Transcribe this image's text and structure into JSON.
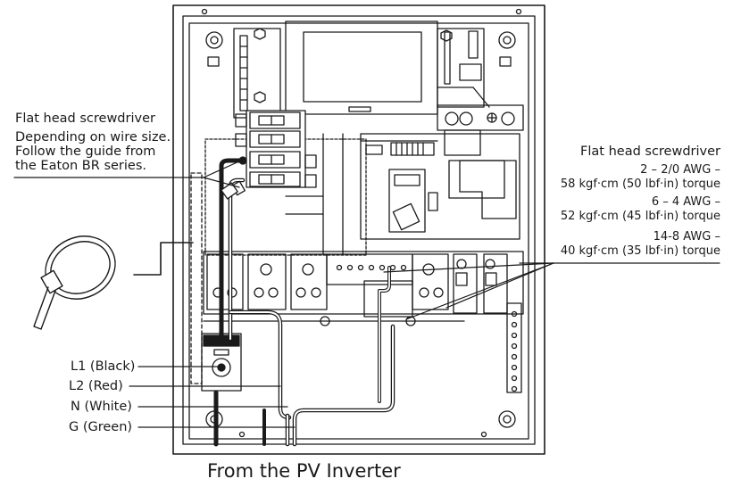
{
  "left_callout": {
    "title": "Flat head screwdriver",
    "note_lines": [
      "Depending on wire size.",
      "Follow the guide from",
      "the Eaton BR series."
    ]
  },
  "right_callout": {
    "title": "Flat head screwdriver",
    "specs": [
      {
        "gauge": "2 – 2/0 AWG –",
        "torque": "58 kgf·cm (50 lbf·in) torque"
      },
      {
        "gauge": "6 – 4 AWG –",
        "torque": "52 kgf·cm (45 lbf·in) torque"
      },
      {
        "gauge": "14-8 AWG –",
        "torque": "40 kgf·cm (35 lbf·in) torque"
      }
    ]
  },
  "wires": {
    "l1": "L1 (Black)",
    "l2": "L2 (Red)",
    "n": "N (White)",
    "g": "G (Green)"
  },
  "caption": "From the PV Inverter",
  "colors": {
    "line": "#1a1a1a",
    "panel": "#ffffff",
    "shade": "#d9d9d9"
  },
  "icons": [
    "cable-tie-icon",
    "flat-head-screwdriver-icon",
    "circuit-breaker-icon"
  ]
}
